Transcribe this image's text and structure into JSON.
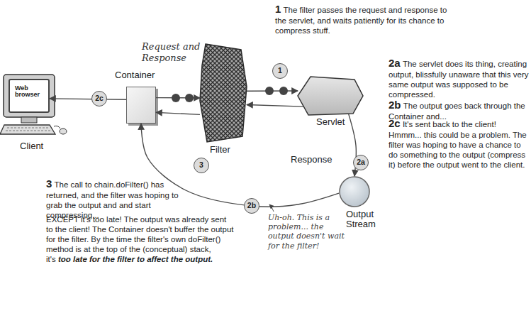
{
  "diagram": {
    "nodes": [
      {
        "text": [
          "Web browser",
          "Client"
        ]
      },
      {
        "text": [
          "Container"
        ]
      },
      {
        "text": [
          "Filter"
        ]
      },
      {
        "text": [
          "Servlet"
        ]
      },
      {
        "text": [
          "Output Stream"
        ]
      }
    ],
    "edges": [
      {
        "from": 1,
        "to": 2,
        "arrow": "to"
      },
      {
        "from": 2,
        "to": 3,
        "arrow": "to"
      },
      {
        "from": 3,
        "to": 2,
        "arrow": "to"
      },
      {
        "from": 2,
        "to": 1,
        "arrow": "to"
      },
      {
        "from": 3,
        "to": 4,
        "arrow": "to"
      },
      {
        "from": 4,
        "to": 1,
        "arrow": "to"
      },
      {
        "from": 1,
        "to": 0,
        "arrow": "to"
      }
    ],
    "labels": [
      "1",
      "The filter passes the request and response to the servlet, and waits patiently for its chance to compress stuff.",
      "Request and Response",
      "1",
      "2a",
      "The servlet does its thing, creating output, blissfully unaware that this very same output was supposed to be compressed.",
      "2b",
      "The output goes back through the Container and...",
      "2c",
      "It's sent back to the client! Hmmm... this could be a problem. The filter was hoping to have a chance to do something to the output (compress it) before the output went to the client.",
      "2c",
      "3",
      "Response",
      "2a",
      "2b",
      "3",
      "The call to chain.doFilter() has returned, and the filter was hoping to grab the output and and start compressing...",
      "EXCEPT it's too late! The output was already sent to the client! The Container doesn't buffer the output for the filter. By the time the filter's own doFilter() method is at the top of the (conceptual) stack, it's",
      "too late for the filter to affect the output.",
      "Uh-oh. This is a problem... the output doesn't wait for the filter!"
    ]
  }
}
